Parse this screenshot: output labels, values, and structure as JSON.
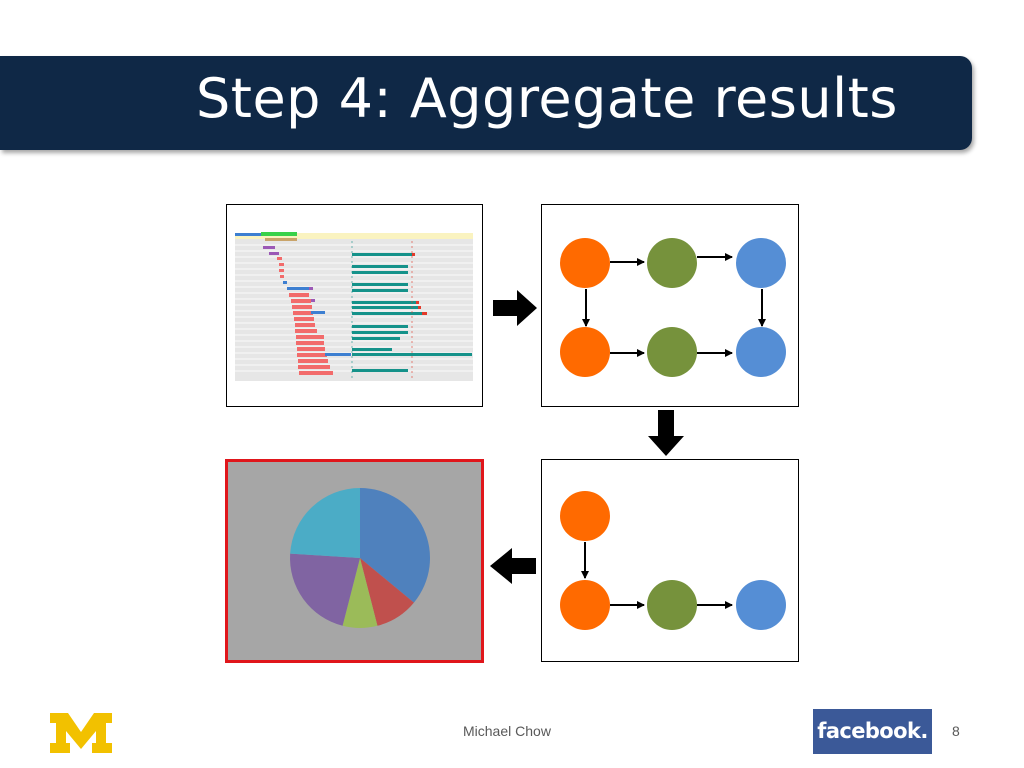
{
  "slide": {
    "title": "Step 4: Aggregate results",
    "author": "Michael Chow",
    "page_number": "8"
  },
  "logos": {
    "left": "University of Michigan block M logo",
    "right_text": "facebook."
  },
  "colors": {
    "title_bar": "#0f2846",
    "node_orange": "#ff6a00",
    "node_green": "#76923c",
    "node_blue": "#558ed5",
    "pie_panel_bg": "#a6a6a6",
    "pie_panel_border": "#e0161b",
    "facebook_blue": "#3b5998"
  },
  "graph": {
    "nodes": [
      {
        "id": "a",
        "color": "orange"
      },
      {
        "id": "b",
        "color": "green"
      },
      {
        "id": "c",
        "color": "blue"
      },
      {
        "id": "d",
        "color": "orange"
      },
      {
        "id": "e",
        "color": "green"
      },
      {
        "id": "f",
        "color": "blue"
      }
    ],
    "edges": [
      [
        "a",
        "b"
      ],
      [
        "b",
        "c"
      ],
      [
        "a",
        "d"
      ],
      [
        "c",
        "f"
      ],
      [
        "d",
        "e"
      ],
      [
        "e",
        "f"
      ]
    ]
  },
  "path": {
    "nodes": [
      {
        "id": "a",
        "color": "orange"
      },
      {
        "id": "d",
        "color": "orange"
      },
      {
        "id": "e",
        "color": "green"
      },
      {
        "id": "f",
        "color": "blue"
      }
    ],
    "edges": [
      [
        "a",
        "d"
      ],
      [
        "d",
        "e"
      ],
      [
        "e",
        "f"
      ]
    ]
  },
  "chart_data": {
    "type": "pie",
    "slices": [
      {
        "value": 36,
        "color": "#4f81bd"
      },
      {
        "value": 10,
        "color": "#c0504d"
      },
      {
        "value": 8,
        "color": "#9bbb59"
      },
      {
        "value": 22,
        "color": "#8064a2"
      },
      {
        "value": 24,
        "color": "#4bacc6"
      }
    ],
    "title": "",
    "legend": "none"
  },
  "flow_arrows": [
    "right-arrow",
    "down-arrow",
    "left-arrow"
  ]
}
